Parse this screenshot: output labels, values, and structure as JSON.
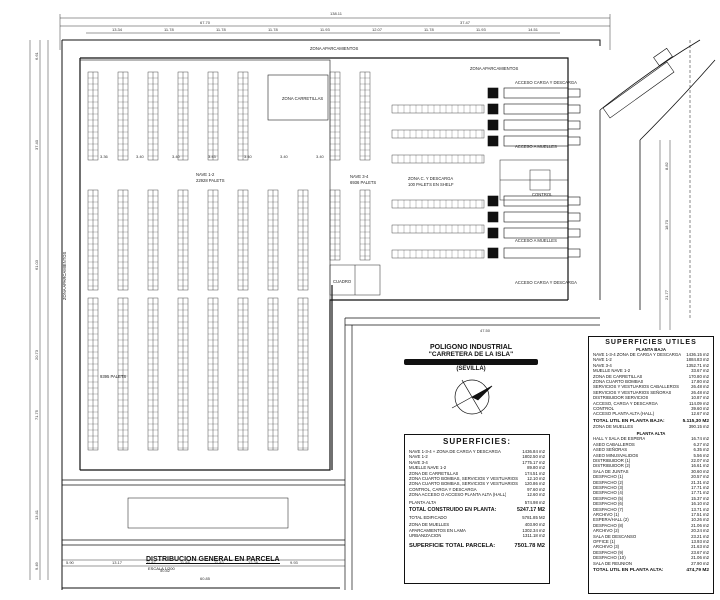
{
  "title_block": {
    "line1": "POLIGONO INDUSTRIAL",
    "line2": "\"CARRETERA DE LA ISLA\"",
    "line3": "(SEVILLA)"
  },
  "drawing": {
    "title": "DISTRIBUCION GENERAL EN PARCELA",
    "scale": "ESCALA 1/200"
  },
  "plan_labels": {
    "zona_aparcamientos_top": "ZONA APARCAMIENTOS",
    "zona_aparcamientos_left": "ZONA APARCAMIENTOS",
    "zona_aparcamientos_mid": "ZONA APARCAMIENTOS",
    "zona_carretillas": "ZONA CARRETILLAS",
    "nave_12": "NAVE 1-2",
    "nave_12_palets": "22928 PALETS",
    "nave_34": "NAVE 3-4",
    "nave_34_palets": "6936 PALETS",
    "zona_carga": "ZONA C. Y DESCARGA",
    "zona_carga_palets": "100 PALETS EN SHELF",
    "acceso_carga": "ACCESO CARGA Y DESCARGA",
    "acceso_muelles_1": "ACCESO A MUELLES",
    "acceso_muelles_2": "ACCESO A MUELLES",
    "acceso_carga_2": "ACCESO CARGA Y DESCARGA",
    "palets_lower": "9395 PALETS",
    "cuadro": "CUADRO",
    "control": "CONTROL"
  },
  "dimensions": {
    "total_width": "138.11",
    "inner_width": "67.70",
    "right_seg": "37.47",
    "row": [
      "13.34",
      "11.78",
      "11.78",
      "11.78",
      "11.93",
      "12.07",
      "11.78",
      "11.93",
      "14.51"
    ],
    "aisle": [
      "3.36",
      "3.40",
      "3.40",
      "3.43",
      "3.40",
      "3.40",
      "3.40"
    ],
    "left_vertical": [
      "6.61",
      "37.40",
      "61.03",
      "20.73",
      "71.75",
      "13.41",
      "9.49"
    ],
    "bottom": [
      "5.90",
      "13.17",
      "11.87",
      "11.88",
      "11.82",
      "12.29",
      "9.93",
      "50.82",
      "60.85"
    ],
    "right_vertical": [
      "8.82",
      "18.70",
      "21.77"
    ],
    "mid": [
      "47.50",
      "5.00",
      "4.50"
    ]
  },
  "superficies": {
    "title": "SUPERFICIES:",
    "rows": [
      {
        "k": "NAVE 1-3-4 + ZONA DE CARGA Y DESCARGA",
        "v": "1436.84 m2"
      },
      {
        "k": "NAVE 1-2",
        "v": "1802.50 m2"
      },
      {
        "k": "NAVE 3-4",
        "v": "1775.17 m2"
      },
      {
        "k": "MUELLE NAVE 1-2",
        "v": "89.80 m2"
      },
      {
        "k": "ZONA DE CARRETILLAS",
        "v": "174.51 m2"
      },
      {
        "k": "ZONA CUARTO BOMBAS, SERVICIOS Y VESTUARIOS",
        "v": "12.10 m2"
      },
      {
        "k": "ZONA CUARTO BOMBAS, SERVICIOS Y VESTUARIOS",
        "v": "120.86 m2"
      },
      {
        "k": "CONTROL, CARGA Y DESCARGA",
        "v": "97.60 m2"
      },
      {
        "k": "ZONA ACCESO O ACCESO PLANTA ALTA (HALL)",
        "v": "12.60 m2"
      }
    ],
    "planta_alta": {
      "k": "PLANTA ALTA",
      "v": "574.98 m2"
    },
    "total_construido": {
      "k": "TOTAL CONSTRUIDO EN PLANTA:",
      "v": "5247.17 M2"
    },
    "total_edificado": {
      "k": "TOTAL EDIFICADO",
      "v": "5781.85 M2"
    },
    "rows2": [
      {
        "k": "ZONA DE MUELLES",
        "v": "403.90 m2"
      },
      {
        "k": "APARCAMIENTOS EN LAMA",
        "v": "1302.34 m2"
      },
      {
        "k": "URBANIZACION",
        "v": "1311.18 m2"
      }
    ],
    "total_parcela": {
      "k": "SUPERFICIE TOTAL PARCELA:",
      "v": "7501.78 M2"
    }
  },
  "utiles": {
    "title": "SUPERFICIES UTILES",
    "planta_baja": "PLANTA BAJA",
    "rows": [
      {
        "k": "NAVE 1-3-4 ZONA DE CARGA Y DESCARGA",
        "v": "1436.15 m2"
      },
      {
        "k": "NAVE 1-2",
        "v": "1884.83 m2"
      },
      {
        "k": "NAVE 3-4",
        "v": "1352.71 m2"
      },
      {
        "k": "MUELLE NAVE 1-2",
        "v": "33.67 m2"
      },
      {
        "k": "ZONA DE CARRETILLAS",
        "v": "170.80 m2"
      },
      {
        "k": "ZONA CUARTO BOMBAS",
        "v": "17.80 m2"
      },
      {
        "k": "SERVICIOS Y VESTUARIOS CABALLEROS",
        "v": "26.48 m2"
      },
      {
        "k": "SERVICIOS Y VESTUARIOS SEÑORAS",
        "v": "26.48 m2"
      },
      {
        "k": "DISTRIBUIDOR SERVICIOS",
        "v": "10.87 m2"
      },
      {
        "k": "ACCESO, CARGA Y DESCARGA",
        "v": "114.09 m2"
      },
      {
        "k": "CONTROL",
        "v": "39.60 m2"
      },
      {
        "k": "ACCESO PLANTA ALTA (HALL)",
        "v": "12.67 m2"
      }
    ],
    "total_baja": {
      "k": "TOTAL UTIL EN PLANTA BAJA:",
      "v": "5.115,30 M2"
    },
    "muelles": {
      "k": "ZONA DE MUELLES",
      "v": "390.15 m2"
    },
    "planta_alta": "PLANTA ALTA",
    "rows_alta": [
      {
        "k": "HALL Y SALA DE ESPERA",
        "v": "16.74 m2"
      },
      {
        "k": "ASEO CABALLEROS",
        "v": "6.27 m2"
      },
      {
        "k": "ASEO SEÑORAS",
        "v": "6.35 m2"
      },
      {
        "k": "ASEO MINUSVALIDOS",
        "v": "5.56 m2"
      },
      {
        "k": "DISTRIBUIDOR (1)",
        "v": "22.07 m2"
      },
      {
        "k": "DISTRIBUIDOR (2)",
        "v": "16.61 m2"
      },
      {
        "k": "SALA DE JUNTAS",
        "v": "30.60 m2"
      },
      {
        "k": "DESPACHO (1)",
        "v": "20.57 m2"
      },
      {
        "k": "DESPACHO (2)",
        "v": "21.31 m2"
      },
      {
        "k": "DESPACHO (3)",
        "v": "17.71 m2"
      },
      {
        "k": "DESPACHO (4)",
        "v": "17.71 m2"
      },
      {
        "k": "DESPACHO (5)",
        "v": "15.37 m2"
      },
      {
        "k": "DESPACHO (6)",
        "v": "16.10 m2"
      },
      {
        "k": "DESPACHO (7)",
        "v": "13.71 m2"
      },
      {
        "k": "ARCHIVO (1)",
        "v": "17.51 m2"
      },
      {
        "k": "ESPERA/HALL (2)",
        "v": "10.26 m2"
      },
      {
        "k": "DESPACHO (8)",
        "v": "21.06 m2"
      },
      {
        "k": "ARCHIVO (2)",
        "v": "20.24 m2"
      },
      {
        "k": "SALA DE DESCANSO",
        "v": "23.21 m2"
      },
      {
        "k": "OFFICE (1)",
        "v": "13.93 m2"
      },
      {
        "k": "ARCHIVO (3)",
        "v": "21.63 m2"
      },
      {
        "k": "DESPACHO (9)",
        "v": "23.67 m2"
      },
      {
        "k": "DESPACHO (10)",
        "v": "21.06 m2"
      },
      {
        "k": "SALA DE REUNION",
        "v": "27.90 m2"
      }
    ],
    "total_alta": {
      "k": "TOTAL UTIL EN PLANTA ALTA:",
      "v": "474,79 M2"
    }
  }
}
